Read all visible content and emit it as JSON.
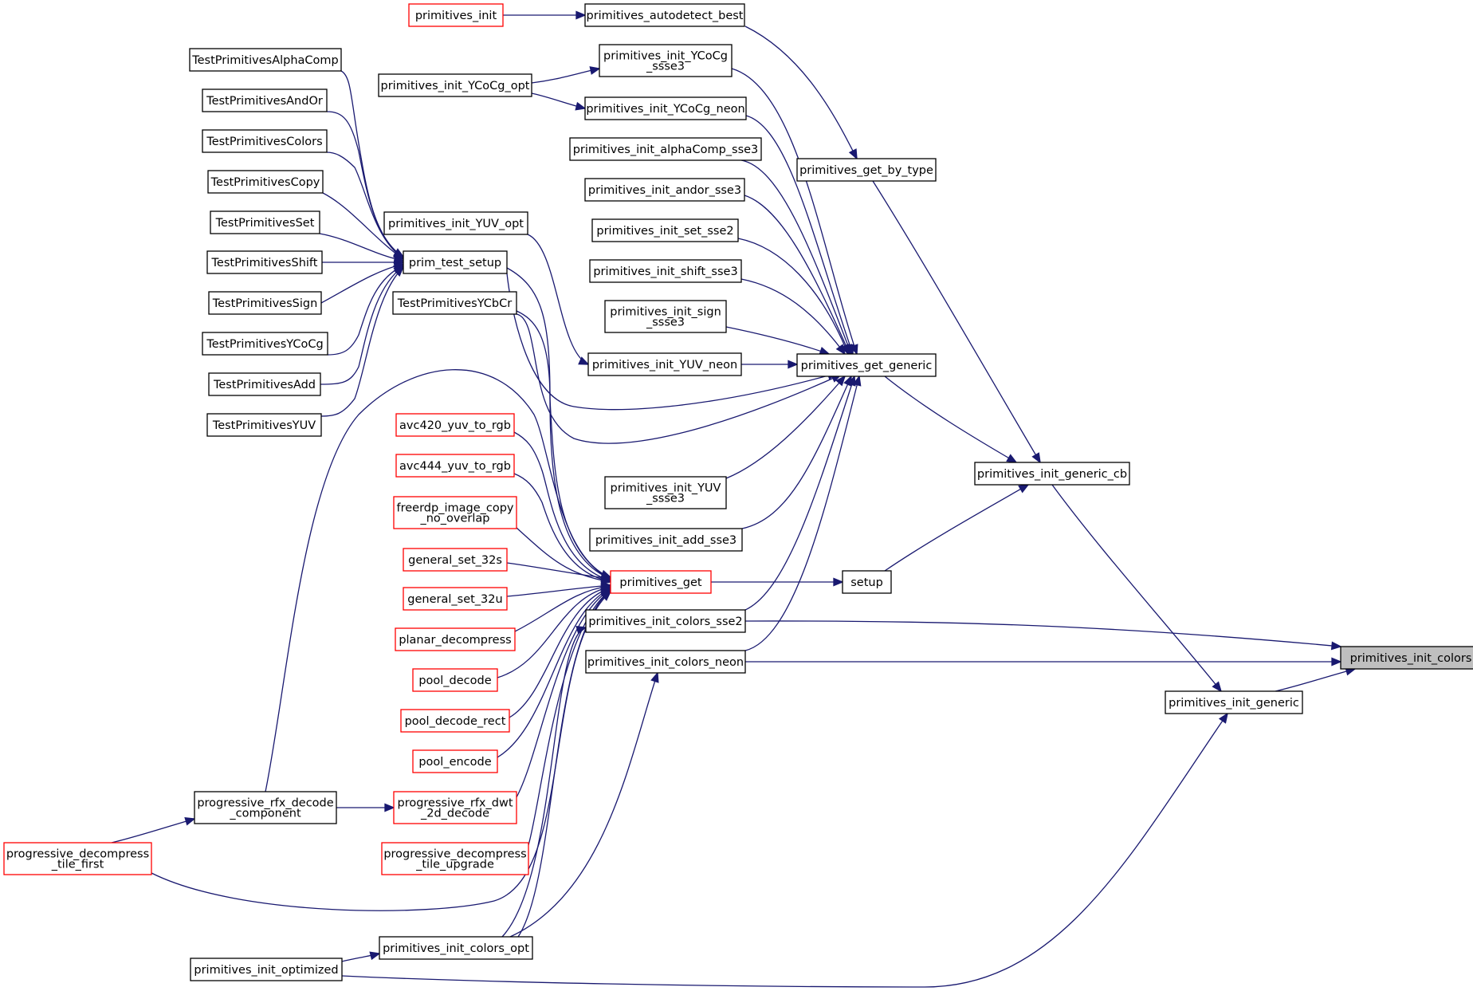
{
  "nodes": [
    {
      "id": "primitives_init_colors",
      "label": [
        "primitives_init_colors"
      ],
      "color": "black",
      "focus": true
    },
    {
      "id": "primitives_init_colors_sse2",
      "label": [
        "primitives_init_colors_sse2"
      ],
      "color": "black"
    },
    {
      "id": "primitives_init_colors_neon",
      "label": [
        "primitives_init_colors_neon"
      ],
      "color": "black"
    },
    {
      "id": "primitives_init_generic",
      "label": [
        "primitives_init_generic"
      ],
      "color": "black"
    },
    {
      "id": "primitives_init_generic_cb",
      "label": [
        "primitives_init_generic_cb"
      ],
      "color": "black"
    },
    {
      "id": "primitives_init_optimized",
      "label": [
        "primitives_init_optimized"
      ],
      "color": "black"
    },
    {
      "id": "primitives_get_by_type",
      "label": [
        "primitives_get_by_type"
      ],
      "color": "black"
    },
    {
      "id": "setup",
      "label": [
        "setup"
      ],
      "color": "black"
    },
    {
      "id": "primitives_autodetect_best",
      "label": [
        "primitives_autodetect_best"
      ],
      "color": "black"
    },
    {
      "id": "primitives_init",
      "label": [
        "primitives_init"
      ],
      "color": "red"
    },
    {
      "id": "primitives_get_generic",
      "label": [
        "primitives_get_generic"
      ],
      "color": "black"
    },
    {
      "id": "primitives_get",
      "label": [
        "primitives_get"
      ],
      "color": "red"
    },
    {
      "id": "primitives_init_YCoCg_ssse3",
      "label": [
        "primitives_init_YCoCg",
        "_ssse3"
      ],
      "color": "black"
    },
    {
      "id": "primitives_init_YCoCg_neon",
      "label": [
        "primitives_init_YCoCg_neon"
      ],
      "color": "black"
    },
    {
      "id": "primitives_init_alphaComp_sse3",
      "label": [
        "primitives_init_alphaComp_sse3"
      ],
      "color": "black"
    },
    {
      "id": "primitives_init_andor_sse3",
      "label": [
        "primitives_init_andor_sse3"
      ],
      "color": "black"
    },
    {
      "id": "primitives_init_set_sse2",
      "label": [
        "primitives_init_set_sse2"
      ],
      "color": "black"
    },
    {
      "id": "primitives_init_shift_sse3",
      "label": [
        "primitives_init_shift_sse3"
      ],
      "color": "black"
    },
    {
      "id": "primitives_init_sign_ssse3",
      "label": [
        "primitives_init_sign",
        "_ssse3"
      ],
      "color": "black"
    },
    {
      "id": "primitives_init_YUV_neon",
      "label": [
        "primitives_init_YUV_neon"
      ],
      "color": "black"
    },
    {
      "id": "primitives_init_YUV_ssse3",
      "label": [
        "primitives_init_YUV",
        "_ssse3"
      ],
      "color": "black"
    },
    {
      "id": "primitives_init_add_sse3",
      "label": [
        "primitives_init_add_sse3"
      ],
      "color": "black"
    },
    {
      "id": "primitives_init_YCoCg_opt",
      "label": [
        "primitives_init_YCoCg_opt"
      ],
      "color": "black"
    },
    {
      "id": "primitives_init_YUV_opt",
      "label": [
        "primitives_init_YUV_opt"
      ],
      "color": "black"
    },
    {
      "id": "prim_test_setup",
      "label": [
        "prim_test_setup"
      ],
      "color": "black"
    },
    {
      "id": "TestPrimitivesYCbCr",
      "label": [
        "TestPrimitivesYCbCr"
      ],
      "color": "black"
    },
    {
      "id": "TestPrimitivesAlphaComp",
      "label": [
        "TestPrimitivesAlphaComp"
      ],
      "color": "black"
    },
    {
      "id": "TestPrimitivesAndOr",
      "label": [
        "TestPrimitivesAndOr"
      ],
      "color": "black"
    },
    {
      "id": "TestPrimitivesColors",
      "label": [
        "TestPrimitivesColors"
      ],
      "color": "black"
    },
    {
      "id": "TestPrimitivesCopy",
      "label": [
        "TestPrimitivesCopy"
      ],
      "color": "black"
    },
    {
      "id": "TestPrimitivesSet",
      "label": [
        "TestPrimitivesSet"
      ],
      "color": "black"
    },
    {
      "id": "TestPrimitivesShift",
      "label": [
        "TestPrimitivesShift"
      ],
      "color": "black"
    },
    {
      "id": "TestPrimitivesSign",
      "label": [
        "TestPrimitivesSign"
      ],
      "color": "black"
    },
    {
      "id": "TestPrimitivesYCoCg",
      "label": [
        "TestPrimitivesYCoCg"
      ],
      "color": "black"
    },
    {
      "id": "TestPrimitivesAdd",
      "label": [
        "TestPrimitivesAdd"
      ],
      "color": "black"
    },
    {
      "id": "TestPrimitivesYUV",
      "label": [
        "TestPrimitivesYUV"
      ],
      "color": "black"
    },
    {
      "id": "avc420_yuv_to_rgb",
      "label": [
        "avc420_yuv_to_rgb"
      ],
      "color": "red"
    },
    {
      "id": "avc444_yuv_to_rgb",
      "label": [
        "avc444_yuv_to_rgb"
      ],
      "color": "red"
    },
    {
      "id": "freerdp_image_copy_no_overlap",
      "label": [
        "freerdp_image_copy",
        "_no_overlap"
      ],
      "color": "red"
    },
    {
      "id": "general_set_32s",
      "label": [
        "general_set_32s"
      ],
      "color": "red"
    },
    {
      "id": "general_set_32u",
      "label": [
        "general_set_32u"
      ],
      "color": "red"
    },
    {
      "id": "planar_decompress",
      "label": [
        "planar_decompress"
      ],
      "color": "red"
    },
    {
      "id": "pool_decode",
      "label": [
        "pool_decode"
      ],
      "color": "red"
    },
    {
      "id": "pool_decode_rect",
      "label": [
        "pool_decode_rect"
      ],
      "color": "red"
    },
    {
      "id": "pool_encode",
      "label": [
        "pool_encode"
      ],
      "color": "red"
    },
    {
      "id": "progressive_rfx_dwt_2d_decode",
      "label": [
        "progressive_rfx_dwt",
        "_2d_decode"
      ],
      "color": "red"
    },
    {
      "id": "progressive_decompress_tile_upgrade",
      "label": [
        "progressive_decompress",
        "_tile_upgrade"
      ],
      "color": "red"
    },
    {
      "id": "primitives_init_colors_opt",
      "label": [
        "primitives_init_colors_opt"
      ],
      "color": "black"
    },
    {
      "id": "progressive_rfx_decode_component",
      "label": [
        "progressive_rfx_decode",
        "_component"
      ],
      "color": "black"
    },
    {
      "id": "progressive_decompress_tile_first",
      "label": [
        "progressive_decompress",
        "_tile_first"
      ],
      "color": "red"
    }
  ],
  "edges": [
    [
      "primitives_init_colors",
      "primitives_init_colors_sse2"
    ],
    [
      "primitives_init_colors",
      "primitives_init_colors_neon"
    ],
    [
      "primitives_init_colors",
      "primitives_init_generic"
    ],
    [
      "primitives_init_generic",
      "primitives_init_generic_cb"
    ],
    [
      "primitives_init_generic",
      "primitives_init_optimized"
    ],
    [
      "primitives_init_generic_cb",
      "primitives_get_by_type"
    ],
    [
      "primitives_init_generic_cb",
      "primitives_get_generic"
    ],
    [
      "primitives_init_generic_cb",
      "setup"
    ],
    [
      "primitives_get_by_type",
      "primitives_autodetect_best"
    ],
    [
      "primitives_autodetect_best",
      "primitives_init"
    ],
    [
      "setup",
      "primitives_get"
    ],
    [
      "primitives_get_generic",
      "primitives_init_YCoCg_ssse3"
    ],
    [
      "primitives_get_generic",
      "primitives_init_YCoCg_neon"
    ],
    [
      "primitives_get_generic",
      "primitives_init_alphaComp_sse3"
    ],
    [
      "primitives_get_generic",
      "primitives_init_andor_sse3"
    ],
    [
      "primitives_get_generic",
      "primitives_init_set_sse2"
    ],
    [
      "primitives_get_generic",
      "primitives_init_shift_sse3"
    ],
    [
      "primitives_get_generic",
      "primitives_init_sign_ssse3"
    ],
    [
      "primitives_get_generic",
      "primitives_init_YUV_neon"
    ],
    [
      "primitives_get_generic",
      "primitives_init_YUV_ssse3"
    ],
    [
      "primitives_get_generic",
      "primitives_init_add_sse3"
    ],
    [
      "primitives_get_generic",
      "primitives_init_colors_sse2"
    ],
    [
      "primitives_get_generic",
      "primitives_init_colors_neon"
    ],
    [
      "primitives_get_generic",
      "prim_test_setup"
    ],
    [
      "primitives_get_generic",
      "TestPrimitivesYCbCr"
    ],
    [
      "primitives_init_YCoCg_ssse3",
      "primitives_init_YCoCg_opt"
    ],
    [
      "primitives_init_YCoCg_neon",
      "primitives_init_YCoCg_opt"
    ],
    [
      "primitives_init_YUV_neon",
      "primitives_init_YUV_opt"
    ],
    [
      "prim_test_setup",
      "TestPrimitivesAlphaComp"
    ],
    [
      "prim_test_setup",
      "TestPrimitivesAndOr"
    ],
    [
      "prim_test_setup",
      "TestPrimitivesColors"
    ],
    [
      "prim_test_setup",
      "TestPrimitivesCopy"
    ],
    [
      "prim_test_setup",
      "TestPrimitivesSet"
    ],
    [
      "prim_test_setup",
      "TestPrimitivesShift"
    ],
    [
      "prim_test_setup",
      "TestPrimitivesSign"
    ],
    [
      "prim_test_setup",
      "TestPrimitivesYCoCg"
    ],
    [
      "prim_test_setup",
      "TestPrimitivesAdd"
    ],
    [
      "prim_test_setup",
      "TestPrimitivesYUV"
    ],
    [
      "primitives_get",
      "prim_test_setup"
    ],
    [
      "primitives_get",
      "TestPrimitivesYCbCr"
    ],
    [
      "primitives_get",
      "avc420_yuv_to_rgb"
    ],
    [
      "primitives_get",
      "avc444_yuv_to_rgb"
    ],
    [
      "primitives_get",
      "freerdp_image_copy_no_overlap"
    ],
    [
      "primitives_get",
      "general_set_32s"
    ],
    [
      "primitives_get",
      "general_set_32u"
    ],
    [
      "primitives_get",
      "planar_decompress"
    ],
    [
      "primitives_get",
      "pool_decode"
    ],
    [
      "primitives_get",
      "pool_decode_rect"
    ],
    [
      "primitives_get",
      "pool_encode"
    ],
    [
      "primitives_get",
      "progressive_rfx_dwt_2d_decode"
    ],
    [
      "primitives_get",
      "progressive_decompress_tile_upgrade"
    ],
    [
      "primitives_get",
      "primitives_init_colors_opt"
    ],
    [
      "primitives_get",
      "progressive_rfx_decode_component"
    ],
    [
      "primitives_get",
      "progressive_decompress_tile_first"
    ],
    [
      "primitives_init_colors_sse2",
      "primitives_init_colors_opt"
    ],
    [
      "primitives_init_colors_neon",
      "primitives_init_colors_opt"
    ],
    [
      "primitives_init_colors_opt",
      "primitives_init_optimized"
    ],
    [
      "progressive_rfx_dwt_2d_decode",
      "progressive_rfx_decode_component"
    ],
    [
      "progressive_rfx_decode_component",
      "progressive_decompress_tile_first"
    ]
  ]
}
